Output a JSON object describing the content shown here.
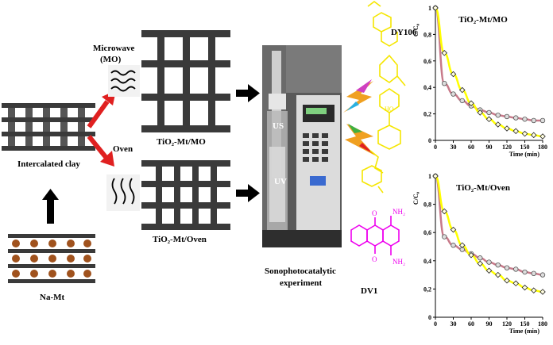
{
  "labels": {
    "microwave_line1": "Microwave",
    "microwave_line2": "(MO)",
    "oven": "Oven",
    "intercalated": "Intercalated clay",
    "na_mt": "Na-Mt",
    "tio2_mo": "TiO₂-Mt/MO",
    "tio2_oven": "TiO₂-Mt/Oven",
    "us": "US",
    "uv": "UV",
    "sono_line1": "Sonophotocatalytic",
    "sono_line2": "experiment",
    "dy106": "DY106",
    "dv1": "DV1",
    "nh2_top": "NH₂",
    "nh2_bottom": "NH₂",
    "o_top": "O",
    "o_bottom": "O"
  },
  "colors": {
    "clay_layer": "#3a3a3a",
    "pillar": "#555555",
    "cation": "#a0521d",
    "arrow_red": "#e02020",
    "dy106": "#f5e600",
    "dv1": "#ee00ee",
    "series_a": "#c87a8a",
    "series_b": "#ffff00"
  },
  "chart_data": [
    {
      "type": "line",
      "title": "TiO₂-Mt/MO",
      "xlabel": "Time (min)",
      "ylabel": "C/C₀",
      "xlim": [
        0,
        180
      ],
      "ylim": [
        0,
        1
      ],
      "xticks": [
        0,
        30,
        60,
        90,
        120,
        150,
        180
      ],
      "yticks": [
        0,
        0.2,
        0.4,
        0.6,
        0.8,
        1
      ],
      "ytick_labels": [
        "0",
        "0,2",
        "0,4",
        "0,6",
        "0,8",
        "1"
      ],
      "series": [
        {
          "marker": "circle",
          "color": "#c87a8a",
          "x": [
            0,
            15,
            30,
            45,
            60,
            75,
            90,
            105,
            120,
            135,
            150,
            165,
            180
          ],
          "y": [
            1,
            0.43,
            0.35,
            0.3,
            0.26,
            0.23,
            0.21,
            0.19,
            0.18,
            0.17,
            0.16,
            0.15,
            0.15
          ]
        },
        {
          "marker": "diamond",
          "color": "#ffff00",
          "x": [
            0,
            15,
            30,
            45,
            60,
            75,
            90,
            105,
            120,
            135,
            150,
            165,
            180
          ],
          "y": [
            1,
            0.66,
            0.5,
            0.38,
            0.28,
            0.21,
            0.16,
            0.12,
            0.09,
            0.07,
            0.05,
            0.04,
            0.03
          ]
        }
      ]
    },
    {
      "type": "line",
      "title": "TiO₂-Mt/Oven",
      "xlabel": "Time (min)",
      "ylabel": "C/C₀",
      "xlim": [
        0,
        180
      ],
      "ylim": [
        0,
        1
      ],
      "xticks": [
        0,
        30,
        60,
        90,
        120,
        150,
        180
      ],
      "yticks": [
        0,
        0.2,
        0.4,
        0.6,
        0.8,
        1
      ],
      "ytick_labels": [
        "0",
        "0,2",
        "0,4",
        "0,6",
        "0,8",
        "1"
      ],
      "series": [
        {
          "marker": "circle",
          "color": "#c87a8a",
          "x": [
            0,
            15,
            30,
            45,
            60,
            75,
            90,
            105,
            120,
            135,
            150,
            165,
            180
          ],
          "y": [
            1,
            0.57,
            0.51,
            0.48,
            0.45,
            0.42,
            0.39,
            0.37,
            0.35,
            0.34,
            0.32,
            0.31,
            0.3
          ]
        },
        {
          "marker": "diamond",
          "color": "#ffff00",
          "x": [
            0,
            15,
            30,
            45,
            60,
            75,
            90,
            105,
            120,
            135,
            150,
            165,
            180
          ],
          "y": [
            1,
            0.75,
            0.62,
            0.51,
            0.44,
            0.38,
            0.33,
            0.3,
            0.26,
            0.24,
            0.21,
            0.19,
            0.18
          ]
        }
      ]
    }
  ]
}
